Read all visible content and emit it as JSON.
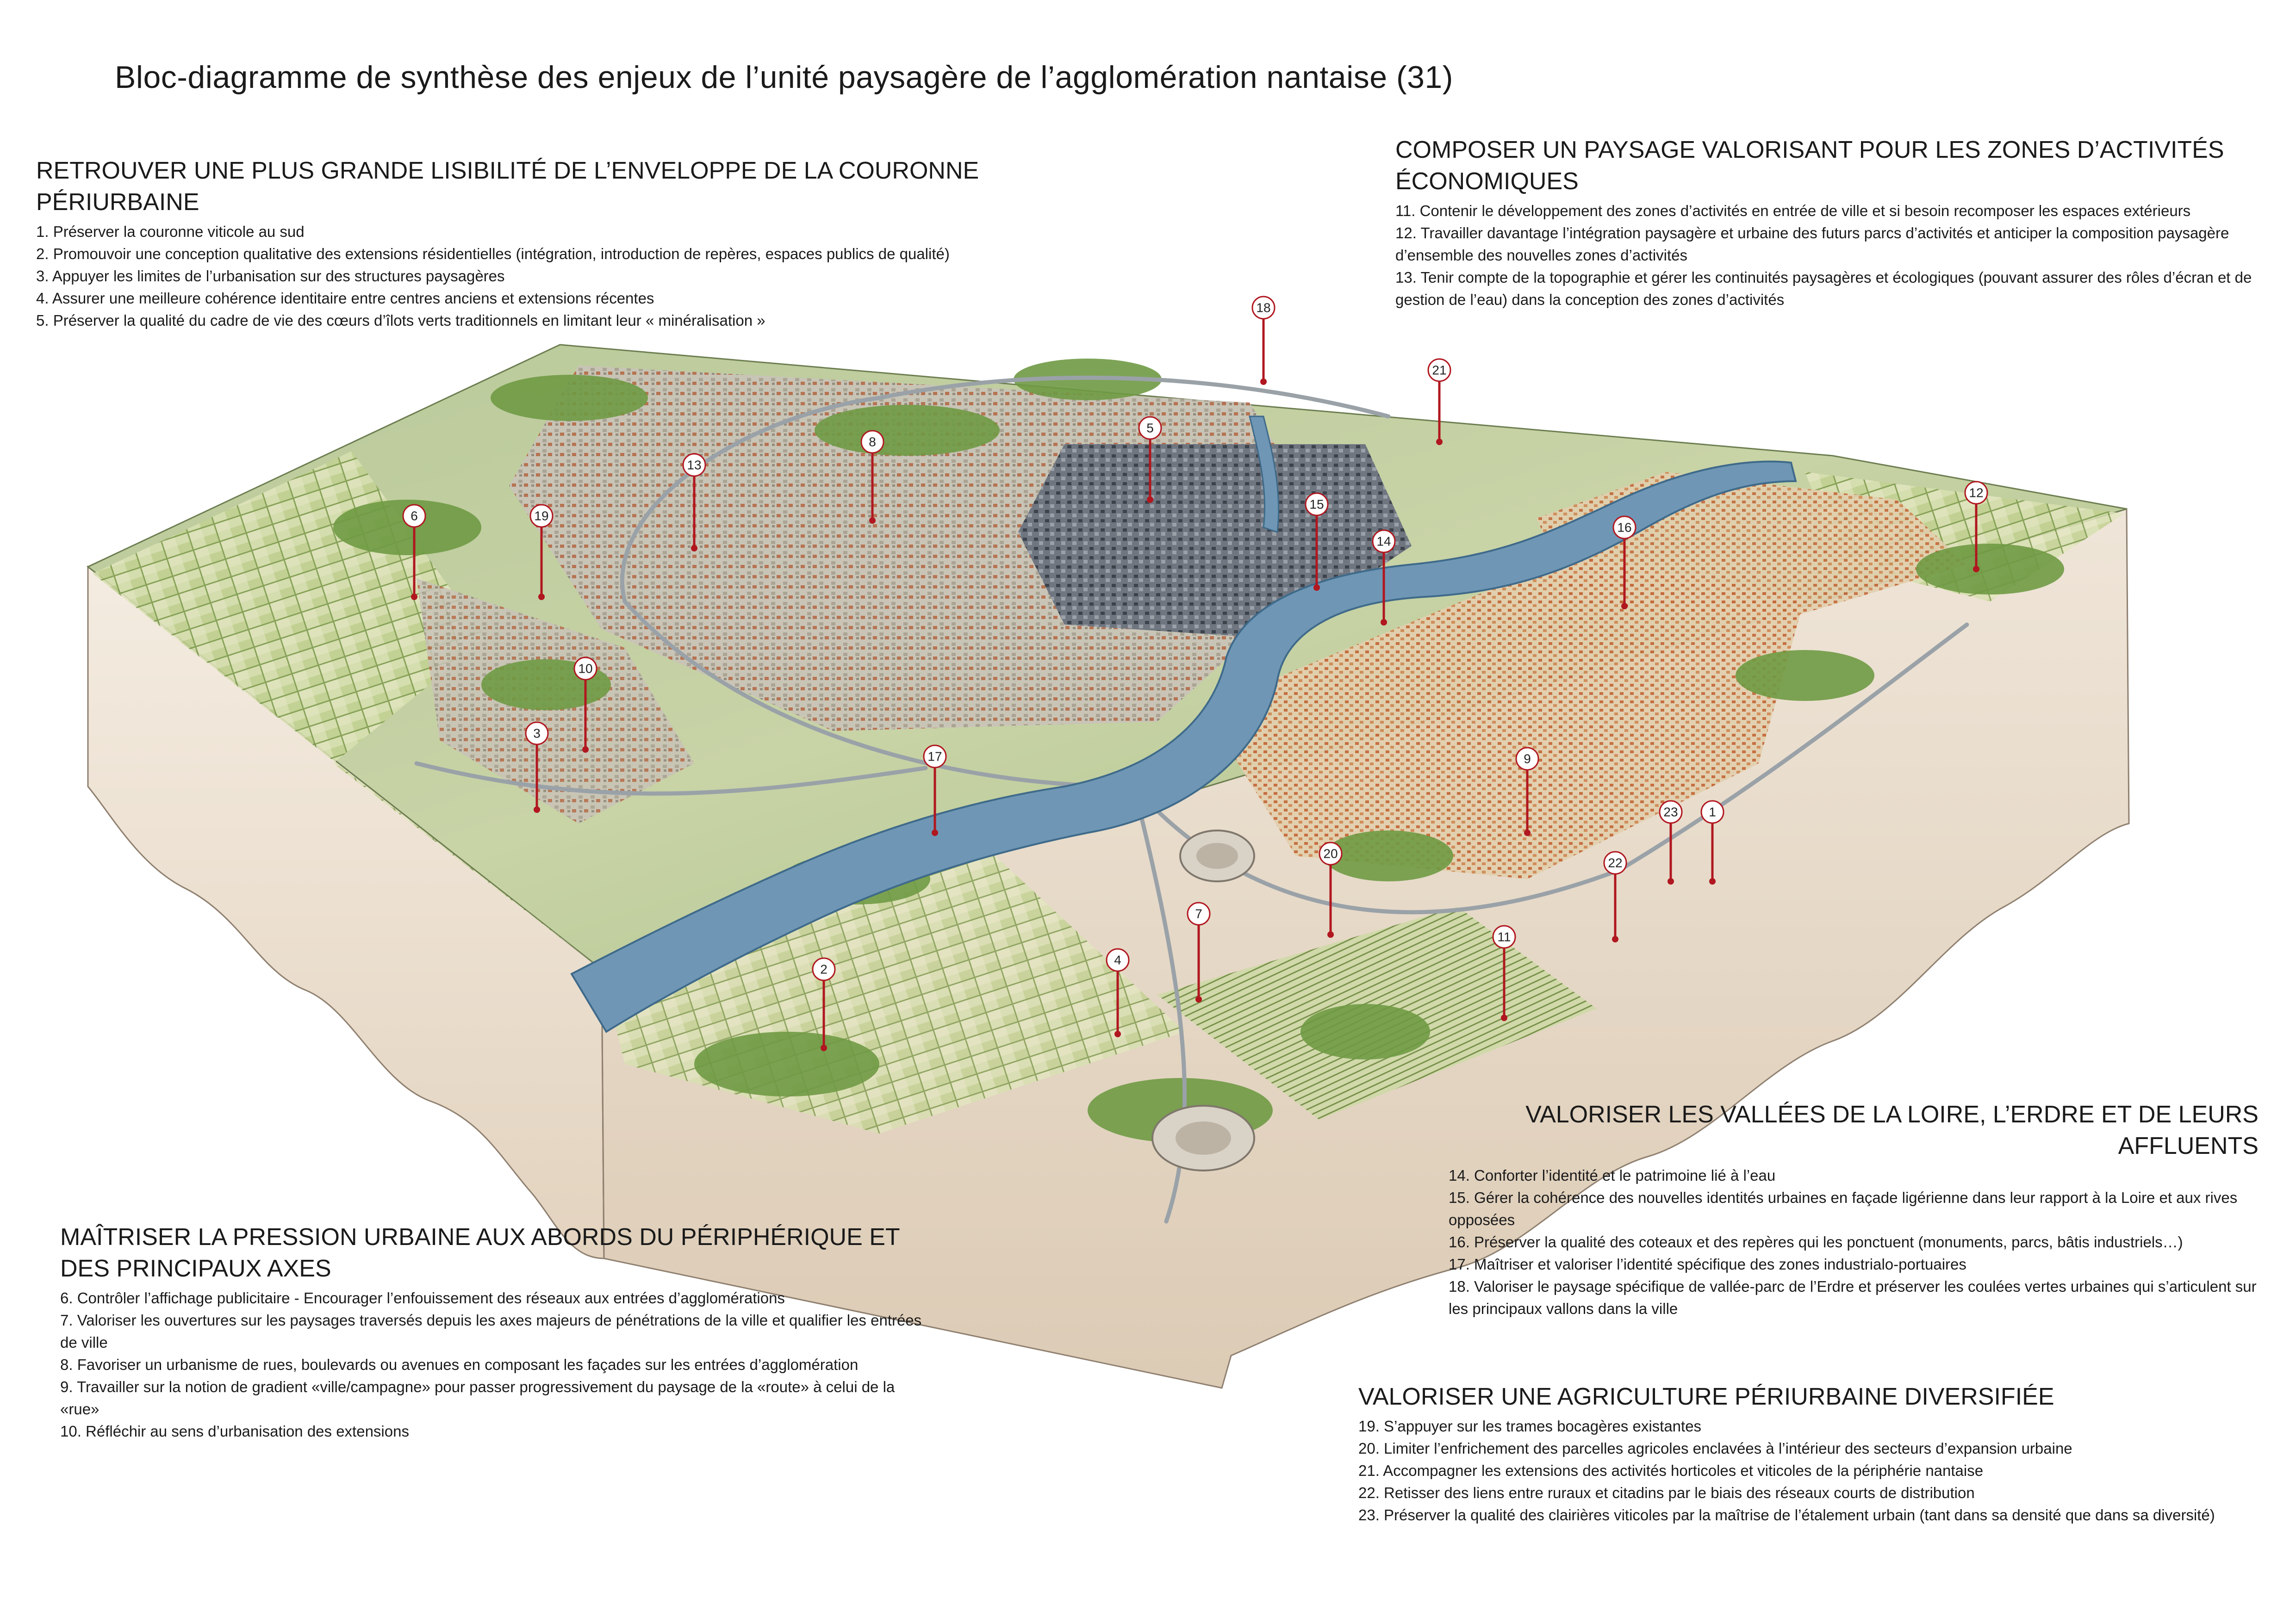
{
  "title": "Bloc-diagramme de synthèse des enjeux de l’unité paysagère de l’agglomération nantaise (31)",
  "blocks": {
    "top_left": {
      "heading": "RETROUVER UNE PLUS GRANDE LISIBILITÉ DE L’ENVELOPPE DE LA COURONNE PÉRIURBAINE",
      "items": [
        "1. Préserver la couronne viticole au sud",
        "2. Promouvoir une conception qualitative des extensions résidentielles (intégration, introduction de repères, espaces publics de qualité)",
        "3. Appuyer les limites de l’urbanisation sur des structures paysagères",
        "4. Assurer une meilleure cohérence identitaire entre centres anciens et extensions récentes",
        "5. Préserver la qualité du cadre de vie des cœurs d’îlots verts traditionnels en limitant leur « minéralisation »"
      ]
    },
    "top_right": {
      "heading": "COMPOSER UN PAYSAGE VALORISANT POUR LES ZONES D’ACTIVITÉS ÉCONOMIQUES",
      "items": [
        "11. Contenir le développement des zones d’activités en entrée de ville et si besoin recomposer les espaces extérieurs",
        "12. Travailler davantage l’intégration paysagère et urbaine des futurs parcs d’activités et anticiper la composition paysagère d’ensemble des nouvelles zones d’activités",
        "13. Tenir compte de la topographie et gérer les continuités paysagères et écologiques (pouvant assurer des rôles d’écran et de gestion de l’eau) dans la conception des zones d’activités"
      ]
    },
    "right_middle": {
      "heading": "VALORISER LES VALLÉES DE LA LOIRE, L’ERDRE ET DE LEURS AFFLUENTS",
      "items": [
        "14. Conforter l’identité et le patrimoine lié à l’eau",
        "15. Gérer la cohérence des nouvelles identités urbaines en façade ligérienne dans leur rapport à la Loire et aux rives opposées",
        "16. Préserver la qualité des coteaux et des repères qui les ponctuent (monuments, parcs, bâtis industriels…)",
        "17. Maîtriser et valoriser l’identité spécifique des zones industrialo-portuaires",
        "18. Valoriser le paysage spécifique de vallée-parc de l’Erdre et préserver les coulées vertes urbaines qui s’articulent sur les principaux vallons dans la ville"
      ]
    },
    "bottom_left": {
      "heading": "MAÎTRISER LA PRESSION URBAINE AUX ABORDS DU PÉRIPHÉRIQUE ET DES PRINCIPAUX AXES",
      "items": [
        "6. Contrôler l’affichage publicitaire - Encourager l’enfouissement des réseaux aux entrées d’agglomérations",
        "7. Valoriser les ouvertures sur les paysages traversés depuis les axes majeurs de pénétrations de la ville et qualifier les entrées de ville",
        "8. Favoriser un urbanisme de rues, boulevards ou avenues en composant les façades sur les entrées d’agglomération",
        "9. Travailler sur la notion de gradient «ville/campagne» pour passer progressivement du paysage de la «route» à celui de la «rue»",
        "10. Réfléchir au sens d’urbanisation des extensions"
      ]
    },
    "bottom_right": {
      "heading": "VALORISER UNE AGRICULTURE PÉRIURBAINE DIVERSIFIÉE",
      "items": [
        "19. S’appuyer sur les trames bocagères existantes",
        "20. Limiter l’enfrichement des parcelles agricoles enclavées à l’intérieur des secteurs d’expansion urbaine",
        "21. Accompagner les extensions des activités horticoles et viticoles de la périphérie nantaise",
        "22. Retisser des liens entre ruraux et citadins par le biais des réseaux courts de distribution",
        "23. Préserver la qualité des clairières viticoles par la maîtrise de l’étalement urbain (tant dans sa densité que dans sa diversité)"
      ]
    }
  },
  "markers": [
    {
      "label": "1"
    },
    {
      "label": "2"
    },
    {
      "label": "3"
    },
    {
      "label": "4"
    },
    {
      "label": "5"
    },
    {
      "label": "6"
    },
    {
      "label": "7"
    },
    {
      "label": "8"
    },
    {
      "label": "9"
    },
    {
      "label": "10"
    },
    {
      "label": "11"
    },
    {
      "label": "12"
    },
    {
      "label": "13"
    },
    {
      "label": "14"
    },
    {
      "label": "15"
    },
    {
      "label": "16"
    },
    {
      "label": "17"
    },
    {
      "label": "18"
    },
    {
      "label": "19"
    },
    {
      "label": "20"
    },
    {
      "label": "21"
    },
    {
      "label": "22"
    },
    {
      "label": "23"
    }
  ],
  "colors": {
    "river": "#6f97b5",
    "river_edge": "#3f6a8a",
    "vegetation": "#7fa352",
    "fields": "#c9d6a0",
    "urban_fabric": "#b8b4ac",
    "city_center": "#5c6470",
    "soil_block": "#efe4d6",
    "marker_line": "#b0171f"
  }
}
